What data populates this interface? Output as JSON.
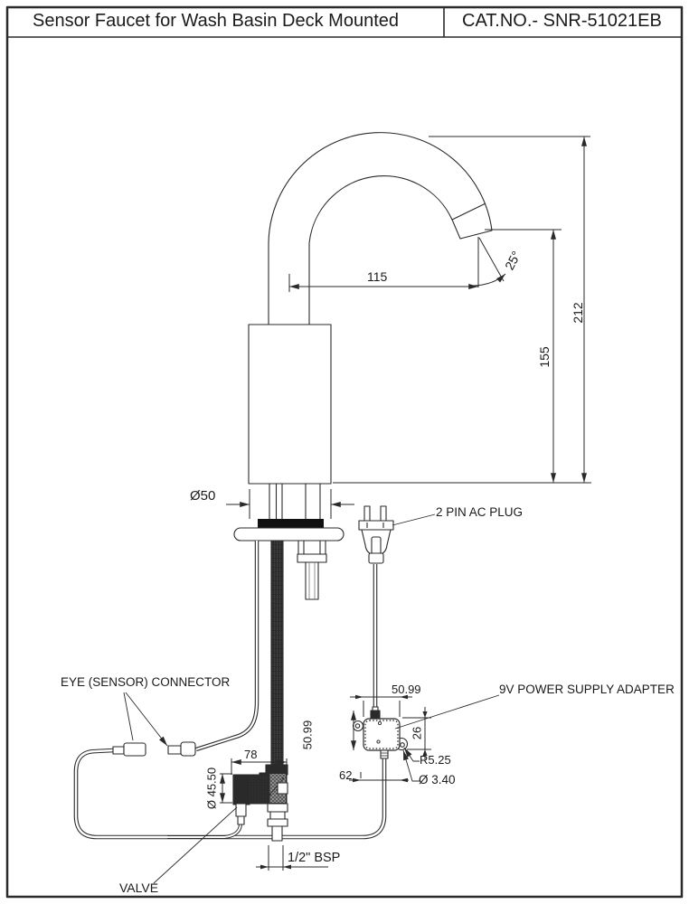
{
  "title_block": {
    "product_title": "Sensor Faucet for Wash Basin Deck Mounted",
    "catalog_number": "CAT.NO.- SNR-51021EB"
  },
  "labels": {
    "ac_plug": "2 PIN AC PLUG",
    "sensor_connector": "EYE (SENSOR) CONNECTOR",
    "power_adapter": "9V POWER SUPPLY ADAPTER",
    "valve": "VALVE",
    "bsp_thread": "1/2\" BSP"
  },
  "dimensions": {
    "spout_reach": "115",
    "spout_angle": "25°",
    "total_height": "212",
    "spout_height": "155",
    "body_diameter": "Ø50",
    "riser_length": "50.99",
    "valve_width": "78",
    "valve_diameter": "Ø 45.50",
    "adapter_width": "50.99",
    "adapter_height": "26",
    "adapter_length": "62",
    "ear_radius": "R5.25",
    "ear_hole_diameter": "Ø 3.40"
  }
}
